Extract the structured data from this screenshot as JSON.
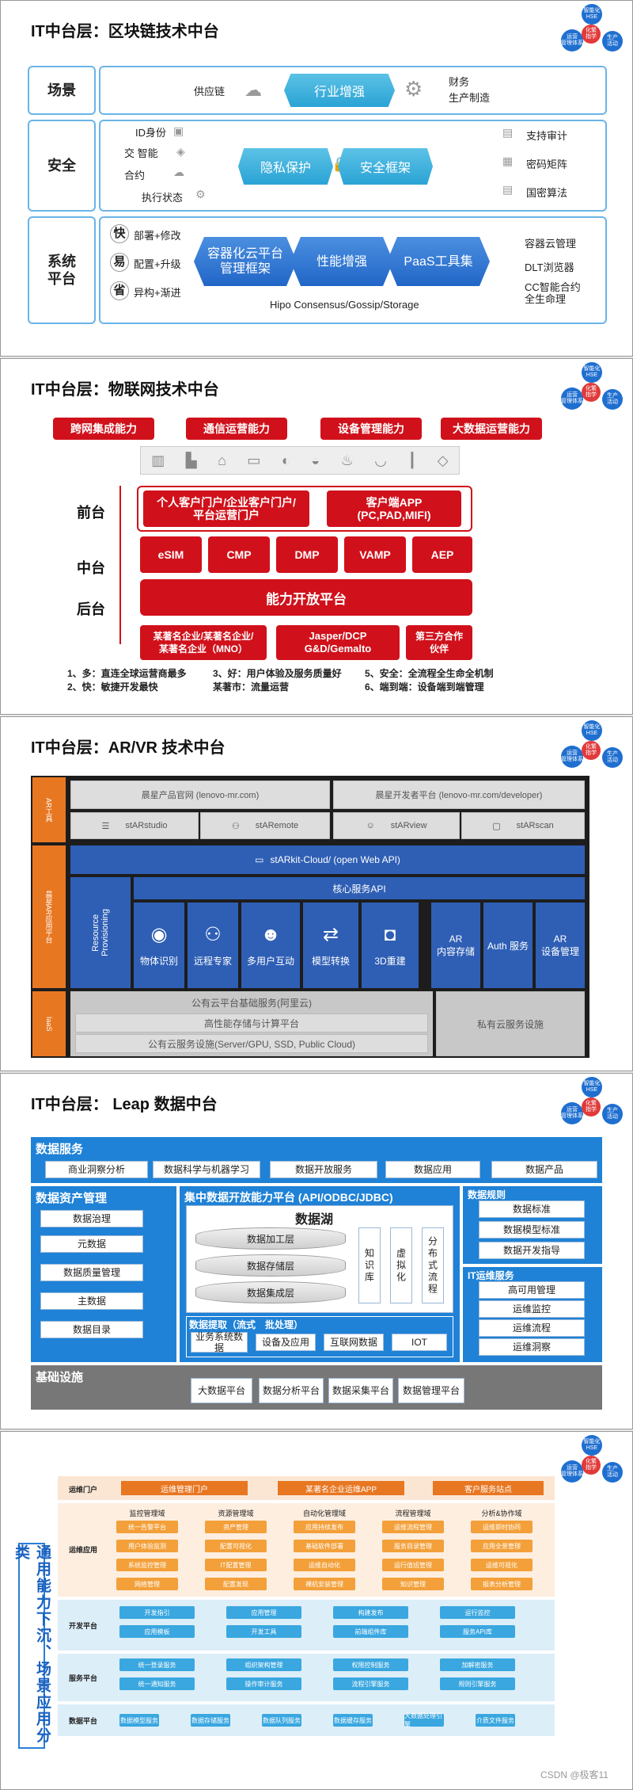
{
  "logo": {
    "c1": "智能化\nHSE",
    "c2": "运营\n管理体系",
    "c3": "化繁\n指学",
    "c4": "生产\n活动"
  },
  "s1": {
    "title": "IT中台层：区块链技术中台",
    "scene": {
      "label": "场景",
      "left": "供应链",
      "center": "行业增强",
      "right1": "财务",
      "right2": "生产制造"
    },
    "security": {
      "label": "安全",
      "l1": "ID身份",
      "l2": "交 智能",
      "l3": "合约",
      "l4": "执行状态",
      "h1": "隐私保护",
      "h2": "安全框架",
      "r1": "支持审计",
      "r2": "密码矩阵",
      "r3": "国密算法"
    },
    "platform": {
      "label": "系统\n平台",
      "k1": "快",
      "t1": "部署+修改",
      "k2": "易",
      "t2": "配置+升级",
      "k3": "省",
      "t3": "异构+渐进",
      "h1": "容器化云平台\n管理框架",
      "h2": "性能增强",
      "h3": "PaaS工具集",
      "bottom": "Hipo Consensus/Gossip/Storage",
      "r1": "容器云管理",
      "r2": "DLT浏览器",
      "r3": "CC智能合约\n全生命理"
    }
  },
  "s2": {
    "title": "IT中台层：物联网技术中台",
    "top": [
      "跨网集成能力",
      "通信运营能力",
      "设备管理能力",
      "大数据运营能力"
    ],
    "front": "前台",
    "middle": "中台",
    "back": "后台",
    "f1": "个人客户门户/企业客户门户/\n平台运营门户",
    "f2": "客户端APP\n(PC,PAD,MIFI)",
    "mid": [
      "eSIM",
      "CMP",
      "DMP",
      "VAMP",
      "AEP"
    ],
    "open": "能力开放平台",
    "b1": "某著名企业/某著名企业/\n某著名企业（MNO）",
    "b2": "Jasper/DCP\nG&D/Gemalto",
    "b3": "第三方合作\n伙伴",
    "notes": [
      "1、多：直连全球运营商最多",
      "3、好：用户体验及服务质量好",
      "5、安全：全流程全生命全机制",
      "2、快：敏捷开发最快",
      "某著市：流量运营",
      "6、端到端：设备端到端管理"
    ]
  },
  "s3": {
    "title": "IT中台层：AR/VR 技术中台",
    "side": [
      "AR工具",
      "晨星AR应用平台",
      "IaaS"
    ],
    "p1": "晨星产品官网 (lenovo-mr.com)",
    "p2": "晨星开发者平台 (lenovo-mr.com/developer)",
    "tools": [
      "stARstudio",
      "stARemote",
      "stARview",
      "stARscan"
    ],
    "cloud": "stARkit-Cloud/ (open Web API)",
    "core": "核心服务API",
    "rp": "Resource\nProvisioning",
    "mods": [
      "物体识别",
      "远程专家",
      "多用户互动",
      "模型转换",
      "3D重建"
    ],
    "r1": "AR\n内容存储",
    "r2": "Auth 服务",
    "r3": "AR\n设备管理",
    "g1": "公有云平台基础服务(阿里云)",
    "g2": "高性能存储与计算平台",
    "g3": "公有云服务设施(Server/GPU, SSD, Public Cloud)",
    "g4": "私有云服务设施"
  },
  "s4": {
    "title": "IT中台层： Leap 数据中台",
    "ds": "数据服务",
    "dsItems": [
      "商业洞察分析",
      "数据科学与机器学习",
      "数据开放服务",
      "数据应用",
      "数据产品"
    ],
    "am": "数据资产管理",
    "amItems": [
      "数据治理",
      "元数据",
      "数据质量管理",
      "主数据",
      "数据目录"
    ],
    "cap": "集中数据开放能力平台 (API/ODBC/JDBC)",
    "lake": "数据湖",
    "cyl": [
      "数据加工层",
      "数据存储层",
      "数据集成层"
    ],
    "v": [
      "知识库",
      "虚拟化",
      "分布式流程"
    ],
    "ext": "数据提取（流式　批处理）",
    "extItems": [
      "业务系统数据",
      "设备及应用",
      "互联网数据",
      "IOT"
    ],
    "rule": "数据规则",
    "ruleItems": [
      "数据标准",
      "数据模型标准",
      "数据开发指导"
    ],
    "ops": "IT运维服务",
    "opsItems": [
      "高可用管理",
      "运维监控",
      "运维流程",
      "运维洞察"
    ],
    "base": "基础设施",
    "baseItems": [
      "大数据平台",
      "数据分析平台",
      "数据采集平台",
      "数据管理平台"
    ]
  },
  "s5": {
    "vert": "通用能力下沉、场景应用分类",
    "portal": "运维门户",
    "portalItems": [
      "运维管理门户",
      "某著名企业运维APP",
      "客户服务站点"
    ],
    "app": "运维应用",
    "cols": [
      {
        "h": "监控管理域",
        "i": [
          "统一告警平台",
          "用户体验监测",
          "系统监控管理",
          "网络管理"
        ]
      },
      {
        "h": "资源管理域",
        "i": [
          "资产管理",
          "配置可视化",
          "IT配置管理",
          "配置发现"
        ]
      },
      {
        "h": "自动化管理域",
        "i": [
          "应用持续发布",
          "基础软件部署",
          "运维自动化",
          "裸机安装管理"
        ]
      },
      {
        "h": "流程管理域",
        "i": [
          "运维流程管理",
          "服务目录管理",
          "运行值班管理",
          "知识管理"
        ]
      },
      {
        "h": "分析&协作域",
        "i": [
          "运维即时协同",
          "应用全景管理",
          "运维可视化",
          "报表分析管理"
        ]
      }
    ],
    "dev": "开发平台",
    "devItems": [
      "开发指引",
      "应用管理",
      "构建发布",
      "运行监控",
      "应用模板",
      "开发工具",
      "前端组件库",
      "服务API库"
    ],
    "svc": "服务平台",
    "svcItems": [
      "统一登录服务",
      "组织架构管理",
      "权限控制服务",
      "加解密服务",
      "统一通知服务",
      "操作审计服务",
      "流程引擎服务",
      "规则引擎服务"
    ],
    "dat": "数据平台",
    "datItems": [
      "数据模型服务",
      "数据存储服务",
      "数据队列服务",
      "数据缓存服务",
      "大数据处理引擎",
      "介质文件服务"
    ]
  },
  "watermark": "CSDN @极客11"
}
